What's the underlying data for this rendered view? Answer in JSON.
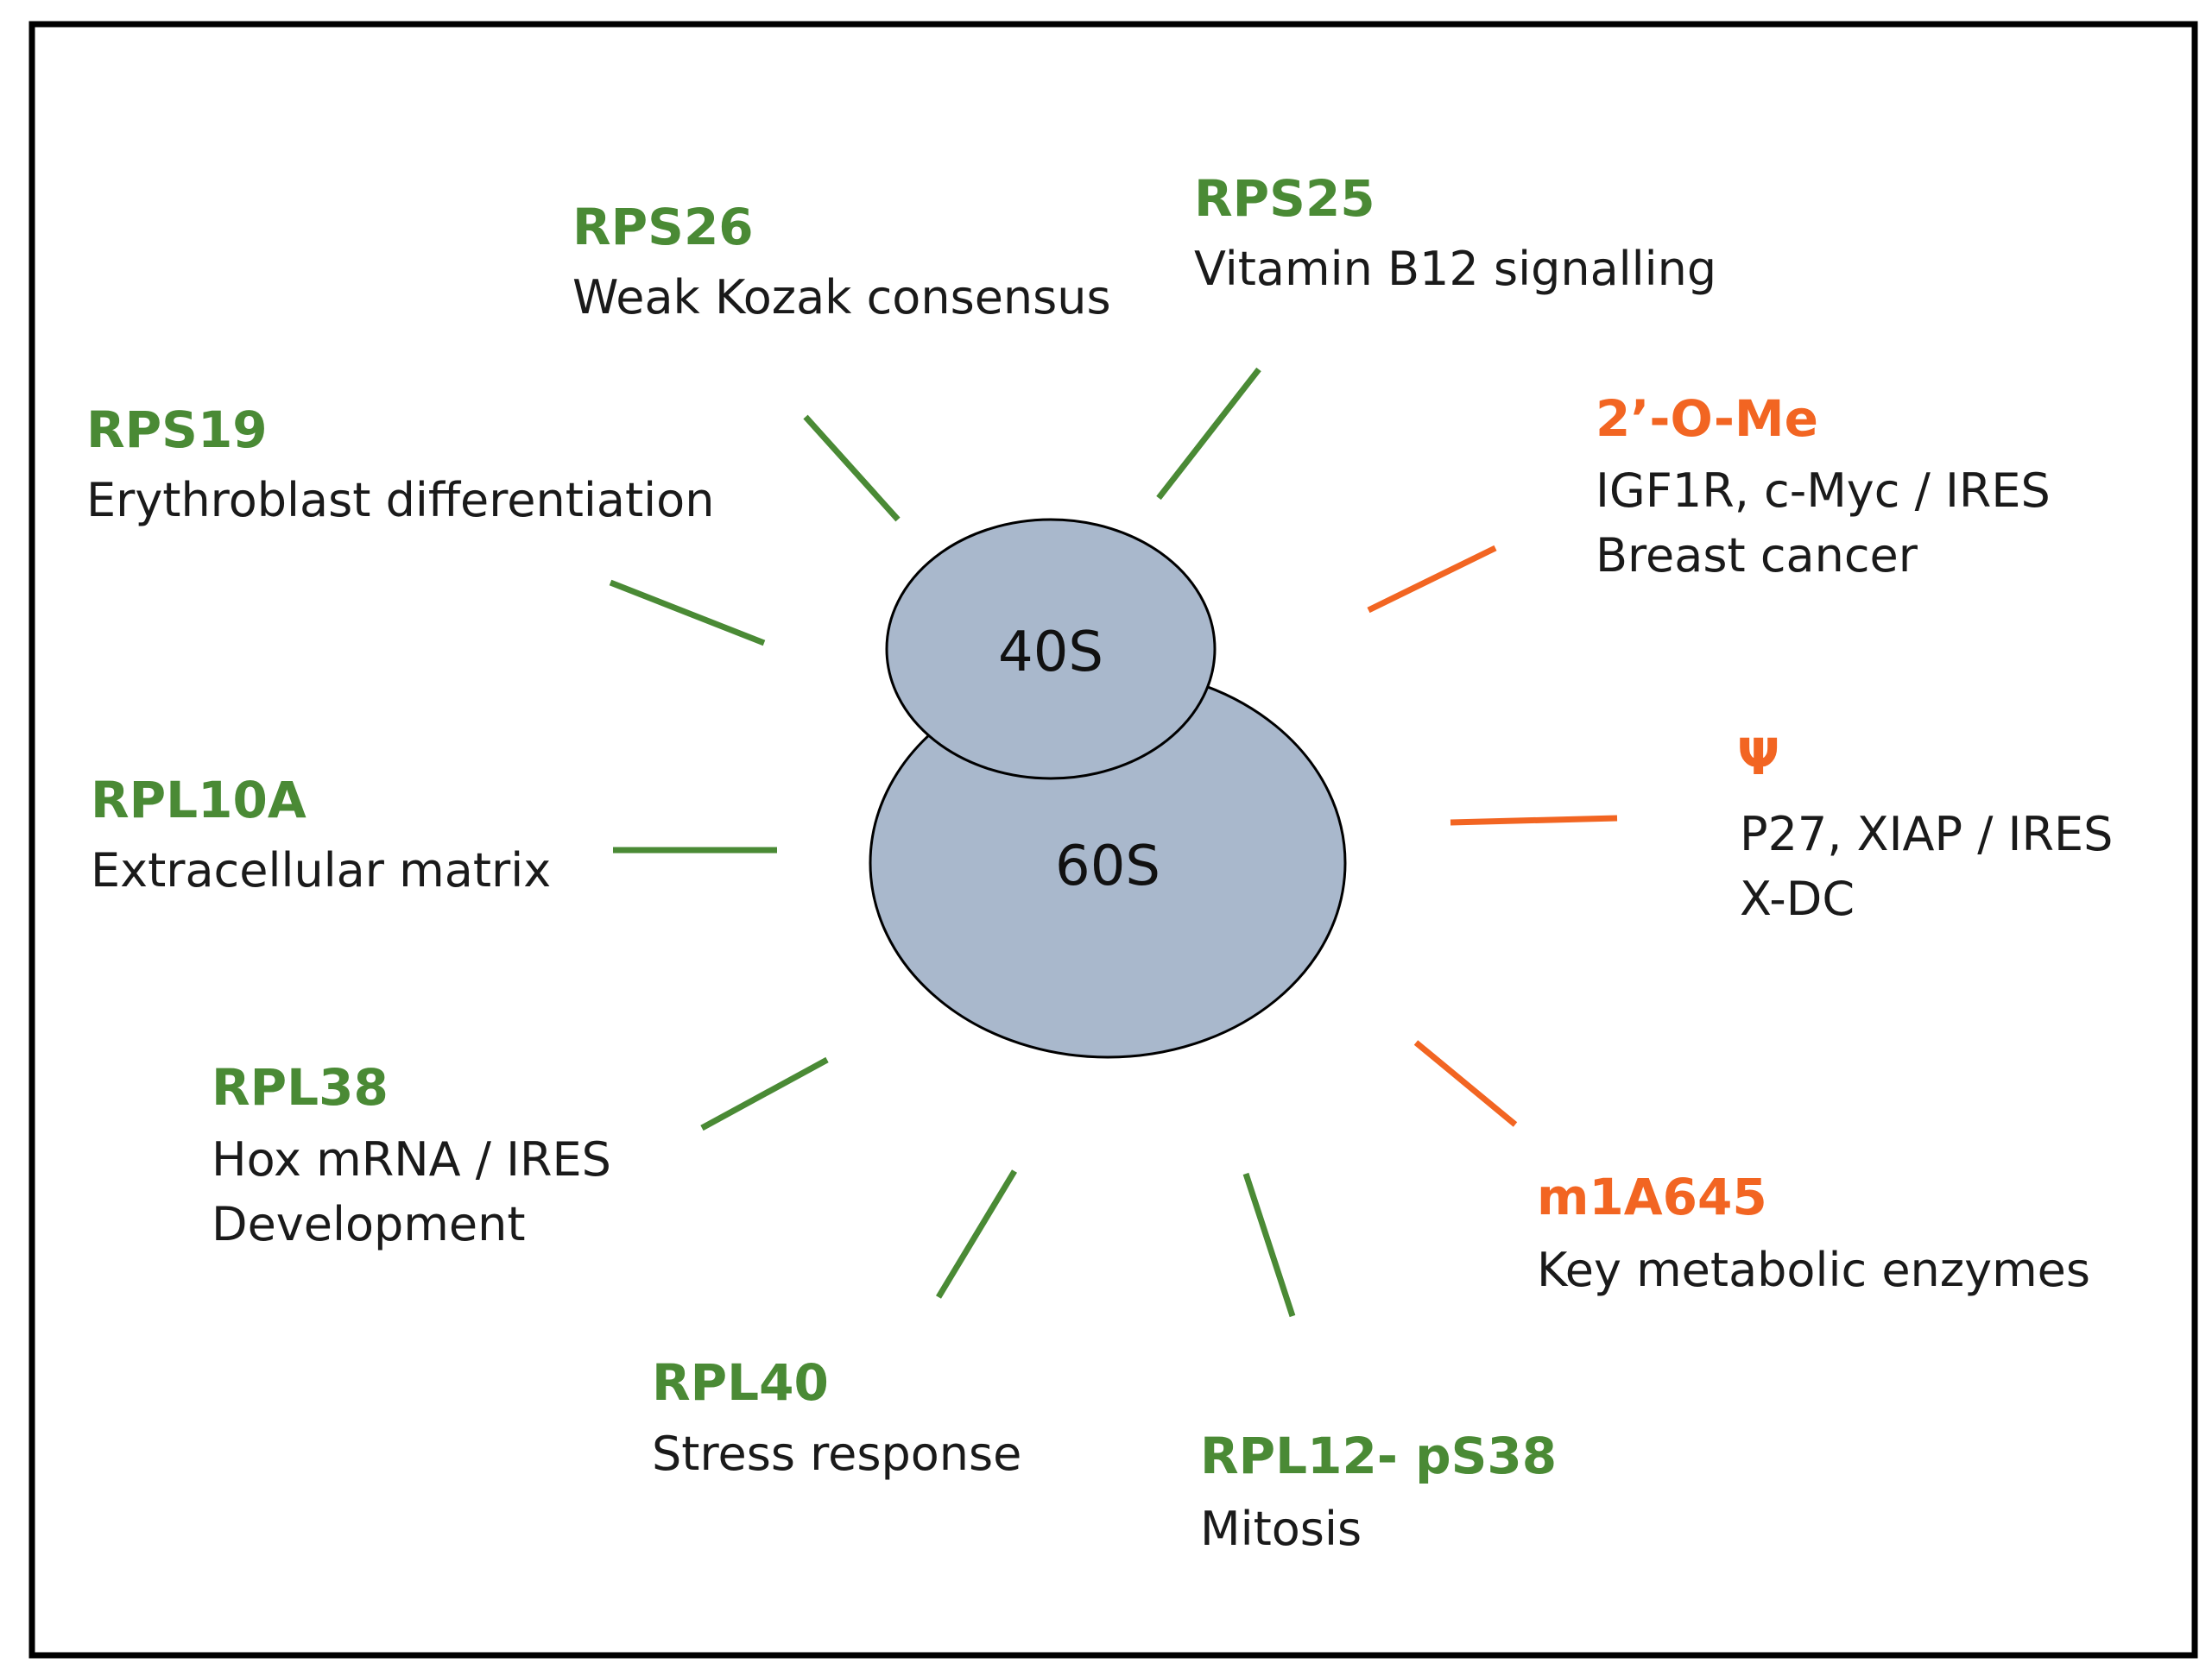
{
  "colors": {
    "protein": "#4a8a35",
    "modification": "#f26522",
    "subunit_fill": "#a9b8cc",
    "outline": "#000000",
    "text": "#1a1a1a"
  },
  "ribosome": {
    "small_subunit": "40S",
    "large_subunit": "60S"
  },
  "proteins": [
    {
      "name": "RPS26",
      "description": [
        "Weak Kozak consensus"
      ]
    },
    {
      "name": "RPS25",
      "description": [
        "Vitamin B12 signalling"
      ]
    },
    {
      "name": "RPS19",
      "description": [
        "Erythroblast differentiation"
      ]
    },
    {
      "name": "RPL10A",
      "description": [
        "Extracellular matrix"
      ]
    },
    {
      "name": "RPL38",
      "description": [
        "Hox mRNA / IRES",
        "Development"
      ]
    },
    {
      "name": "RPL40",
      "description": [
        "Stress response"
      ]
    },
    {
      "name": "RPL12- pS38",
      "description": [
        "Mitosis"
      ]
    }
  ],
  "modifications": [
    {
      "name": "2’-O-Me",
      "description": [
        "IGF1R, c-Myc / IRES",
        "Breast cancer"
      ]
    },
    {
      "name": "Ψ",
      "description": [
        "P27, XIAP / IRES",
        "X-DC"
      ]
    },
    {
      "name": "m1A645",
      "description": [
        "Key metabolic enzymes"
      ]
    }
  ]
}
